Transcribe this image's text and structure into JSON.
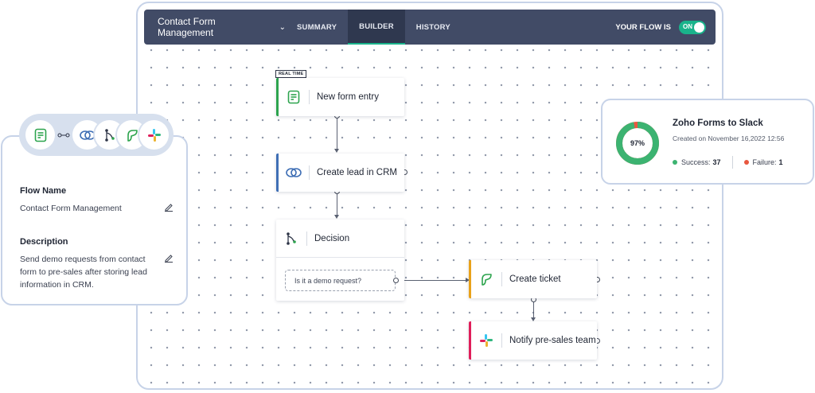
{
  "header": {
    "flow_name": "Contact Form Management",
    "tabs": [
      {
        "label": "SUMMARY",
        "active": false
      },
      {
        "label": "BUILDER",
        "active": true
      },
      {
        "label": "HISTORY",
        "active": false
      }
    ],
    "status_label": "YOUR FLOW IS",
    "toggle_label": "ON"
  },
  "nodes": {
    "trigger_badge": "REAL TIME",
    "trigger": "New form entry",
    "crm": "Create lead in CRM",
    "decision": "Decision",
    "condition": "Is it a demo request?",
    "ticket": "Create ticket",
    "notify": "Notify pre-sales team"
  },
  "panel": {
    "flow_name_label": "Flow Name",
    "flow_name_value": "Contact Form Management",
    "description_label": "Description",
    "description_value": "Send demo requests from contact form to pre-sales after storing lead information in CRM."
  },
  "stats": {
    "title": "Zoho Forms to Slack",
    "created": "Created on November 16,2022 12:56",
    "percent": "97%",
    "success_fraction": 0.97,
    "success_label": "Success:",
    "success_count": "37",
    "failure_label": "Failure:",
    "failure_count": "1"
  },
  "colors": {
    "accent": "#19b38b",
    "header": "#414b66",
    "success": "#3cb371",
    "failure": "#e8573f",
    "forms": "#2da44e",
    "crm": "#3f6fb5",
    "desk": "#e9a21a",
    "slack": "#e01e5a"
  }
}
